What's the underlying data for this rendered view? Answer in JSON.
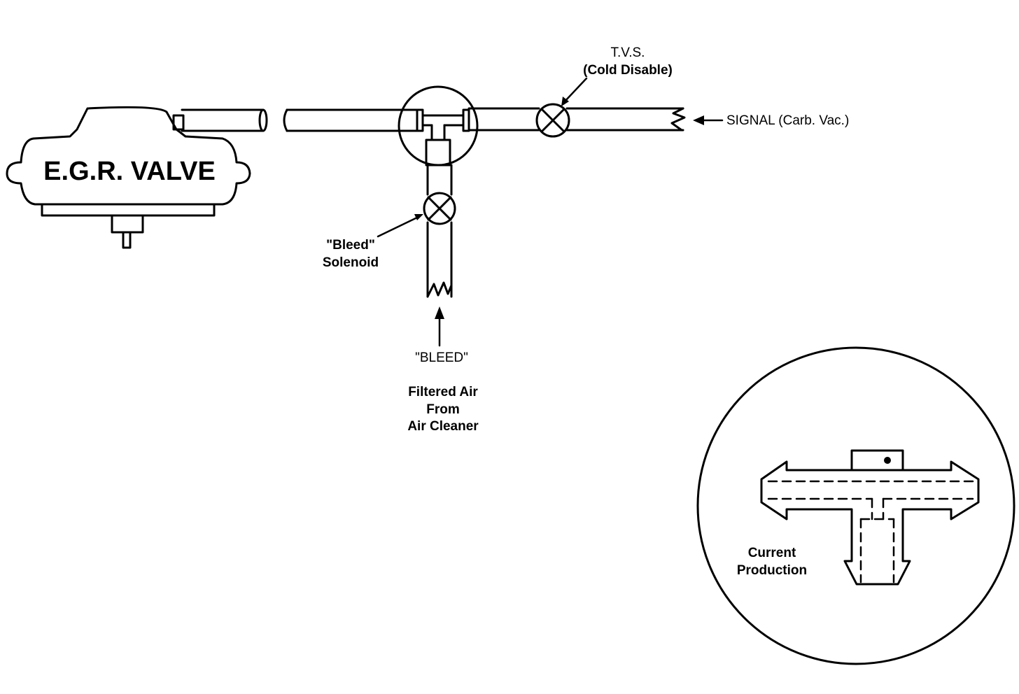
{
  "labels": {
    "egr_valve": "E.G.R. VALVE",
    "tvs_line1": "T.V.S.",
    "tvs_line2": "(Cold Disable)",
    "signal": "SIGNAL (Carb. Vac.)",
    "bleed_solenoid_line1": "\"Bleed\"",
    "bleed_solenoid_line2": "Solenoid",
    "bleed_heading": "\"BLEED\"",
    "filtered_air_line1": "Filtered Air",
    "filtered_air_line2": "From",
    "filtered_air_line3": "Air Cleaner",
    "current_production_line1": "Current",
    "current_production_line2": "Production"
  },
  "colors": {
    "line": "#000000",
    "background": "#ffffff"
  }
}
